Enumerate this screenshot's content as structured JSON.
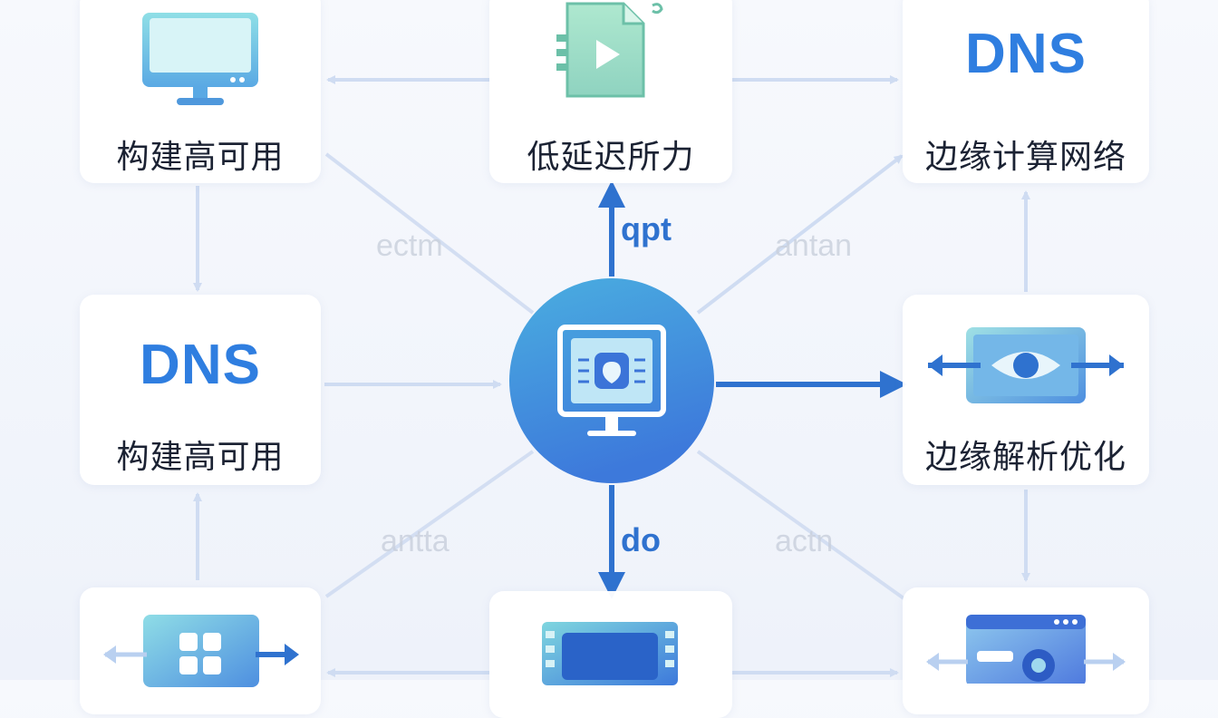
{
  "nodes": {
    "top_left_label": "构建高可用",
    "top_center_label": "低延迟所力",
    "top_right_dns": "DNS",
    "top_right_label": "边缘计算网络",
    "mid_left_dns": "DNS",
    "mid_left_label": "构建高可用",
    "mid_right_label": "边缘解析优化"
  },
  "edge_labels": {
    "up": "qpt",
    "down": "do"
  },
  "faint_labels": [
    "ectm",
    "antan",
    "antta",
    "actn"
  ],
  "colors": {
    "accent": "#2f7ee0",
    "arrow_dark": "#2f72cf",
    "arrow_light": "#cfdcf2",
    "hub_top": "#4aaee0",
    "hub_bottom": "#3d79db"
  }
}
